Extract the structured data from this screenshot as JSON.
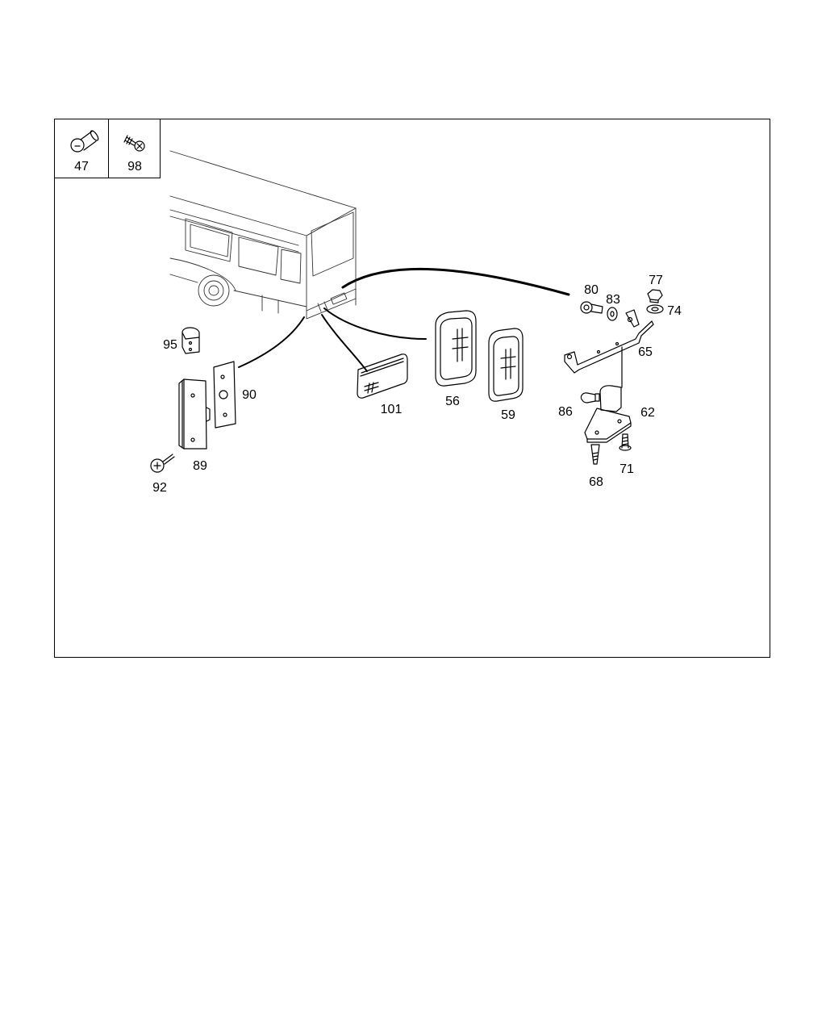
{
  "legend": [
    {
      "number": "47",
      "icon": "pin-icon"
    },
    {
      "number": "98",
      "icon": "screw-icon"
    }
  ],
  "callouts": {
    "p101": "101",
    "p56": "56",
    "p59": "59",
    "p95": "95",
    "p90": "90",
    "p89": "89",
    "p92": "92",
    "p80": "80",
    "p83": "83",
    "p77": "77",
    "p74": "74",
    "p65": "65",
    "p86": "86",
    "p62": "62",
    "p68": "68",
    "p71": "71"
  }
}
